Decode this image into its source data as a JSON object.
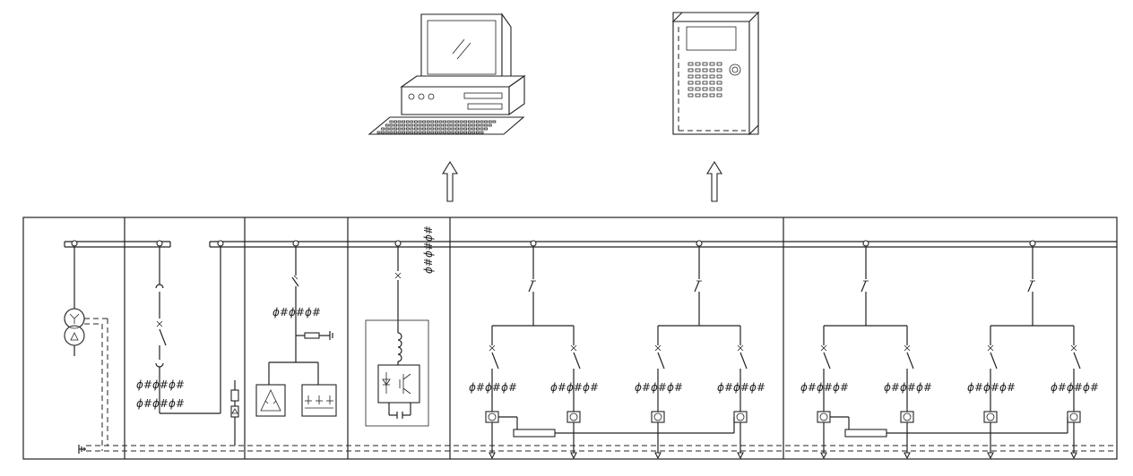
{
  "diagram": {
    "kind": "single-line switchgear monitoring diagram",
    "devices": [
      {
        "icon": "desktop-computer-icon"
      },
      {
        "icon": "protection-cabinet-icon"
      }
    ],
    "uplink_arrows": 2,
    "cabinets": [
      {
        "icon": "transformer-icon"
      },
      {
        "icon": "incoming-switch-icon"
      },
      {
        "icon": "capacitor-compensation-icon"
      },
      {
        "icon": "igbt-converter-icon"
      },
      {
        "icon": "feeder-group-icon",
        "branches": 4
      },
      {
        "icon": "feeder-group-icon",
        "branches": 4
      }
    ],
    "ct_symbol": "ϕ#ϕ#ϕ#"
  }
}
